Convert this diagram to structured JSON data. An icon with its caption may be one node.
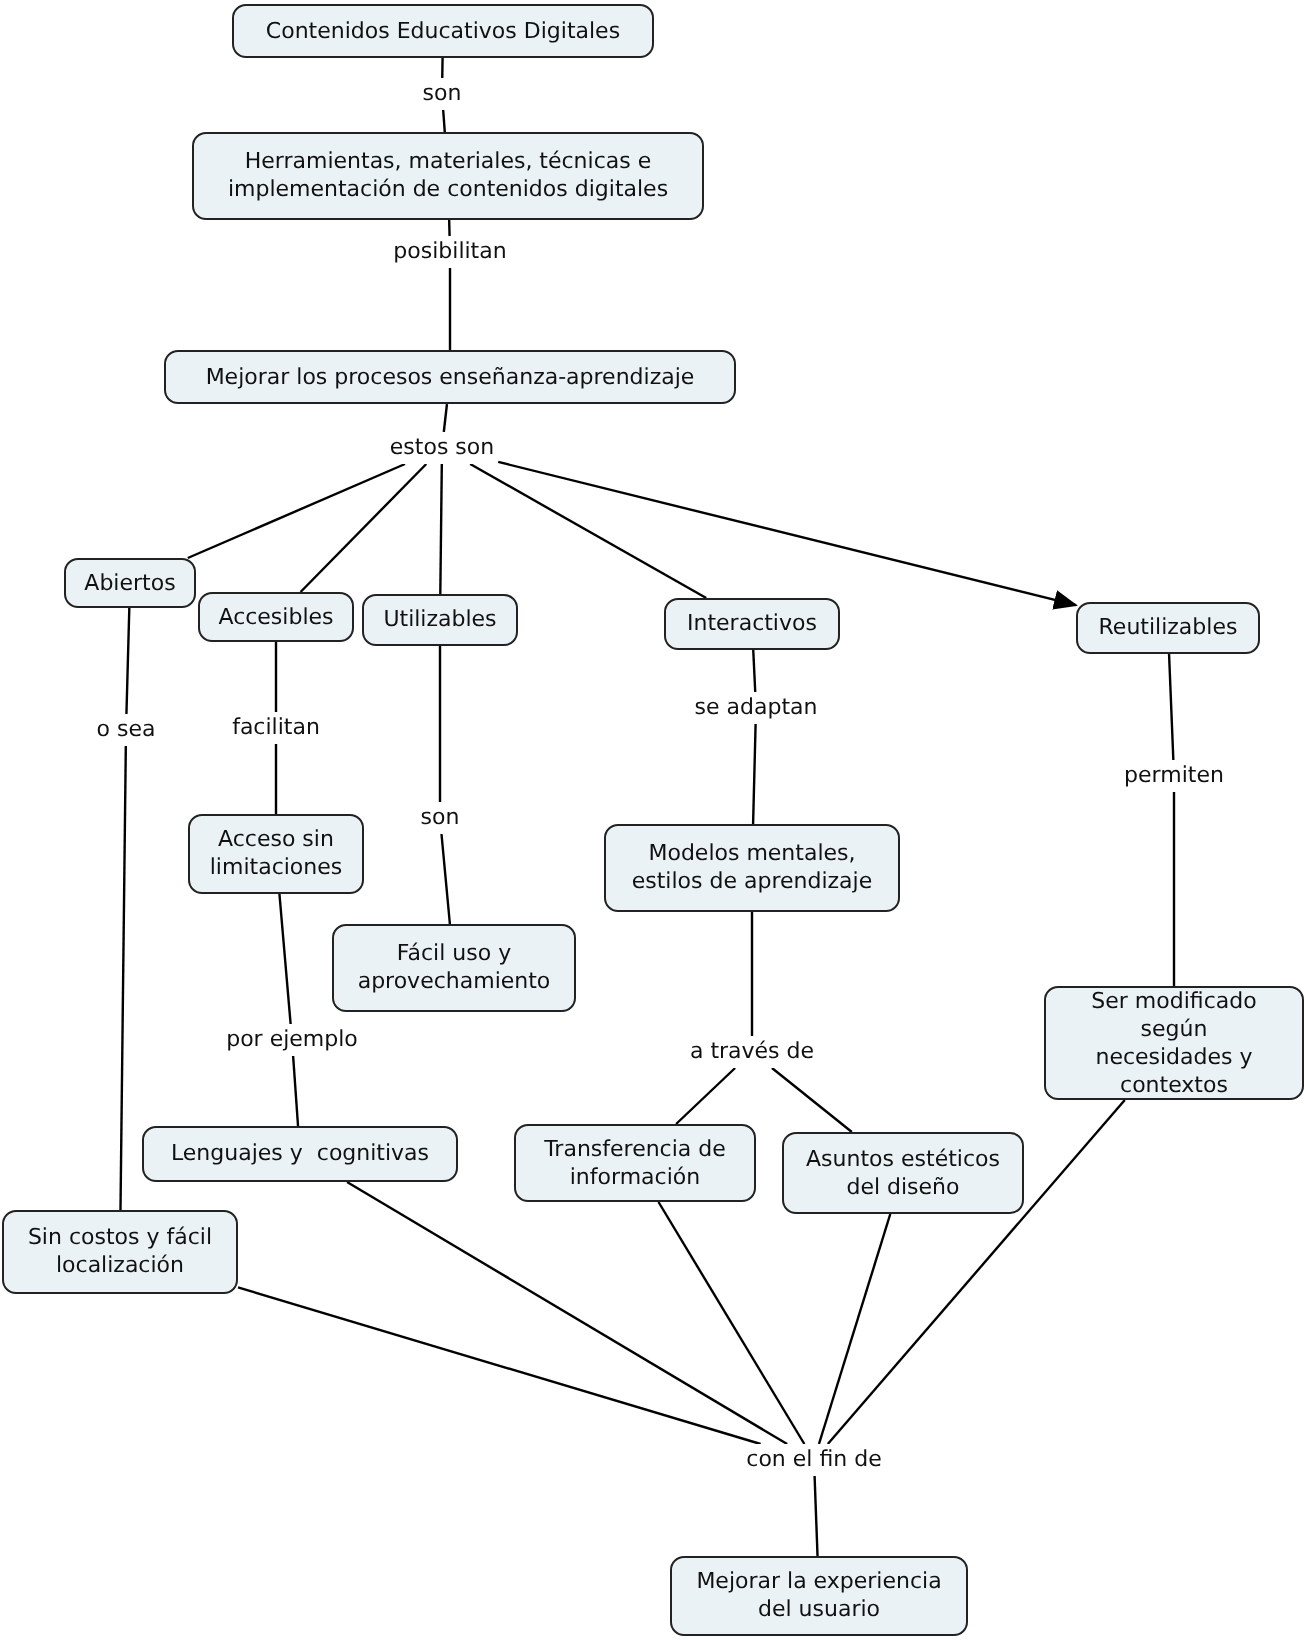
{
  "diagram": {
    "nodes": [
      {
        "text": [
          "Contenidos Educativos Digitales"
        ]
      },
      {
        "text": [
          "son"
        ]
      },
      {
        "text": [
          "Herramientas, materiales, técnicas e implementación de contenidos digitales"
        ]
      },
      {
        "text": [
          "posibilitan"
        ]
      },
      {
        "text": [
          "Mejorar los procesos enseñanza-aprendizaje"
        ]
      },
      {
        "text": [
          "estos son"
        ]
      },
      {
        "text": [
          "Abiertos"
        ]
      },
      {
        "text": [
          "Accesibles"
        ]
      },
      {
        "text": [
          "Utilizables"
        ]
      },
      {
        "text": [
          "Interactivos"
        ]
      },
      {
        "text": [
          "Reutilizables"
        ]
      },
      {
        "text": [
          "o sea"
        ]
      },
      {
        "text": [
          "facilitan"
        ]
      },
      {
        "text": [
          "se adaptan"
        ]
      },
      {
        "text": [
          "permiten"
        ]
      },
      {
        "text": [
          "Acceso sin limitaciones"
        ]
      },
      {
        "text": [
          "son"
        ]
      },
      {
        "text": [
          "Modelos mentales, estilos de aprendizaje"
        ]
      },
      {
        "text": [
          "Fácil uso y aprovechamiento"
        ]
      },
      {
        "text": [
          "Ser modificado según necesidades y contextos"
        ]
      },
      {
        "text": [
          "por ejemplo"
        ]
      },
      {
        "text": [
          "a través de"
        ]
      },
      {
        "text": [
          "Lenguajes y  cognitivas"
        ]
      },
      {
        "text": [
          "Transferencia de información"
        ]
      },
      {
        "text": [
          "Asuntos estéticos del diseño"
        ]
      },
      {
        "text": [
          "Sin costos y fácil localización"
        ]
      },
      {
        "text": [
          "con el fin de"
        ]
      },
      {
        "text": [
          "Mejorar la experiencia del usuario"
        ]
      }
    ],
    "edges": [
      {
        "from": 0,
        "to": 1,
        "arrow": "none"
      },
      {
        "from": 1,
        "to": 2,
        "arrow": "none"
      },
      {
        "from": 2,
        "to": 3,
        "arrow": "none"
      },
      {
        "from": 3,
        "to": 4,
        "arrow": "none"
      },
      {
        "from": 4,
        "to": 5,
        "arrow": "none"
      },
      {
        "from": 5,
        "to": 6,
        "arrow": "none"
      },
      {
        "from": 5,
        "to": 7,
        "arrow": "none"
      },
      {
        "from": 5,
        "to": 8,
        "arrow": "none"
      },
      {
        "from": 5,
        "to": 9,
        "arrow": "none"
      },
      {
        "from": 5,
        "to": 10,
        "arrow": "to"
      },
      {
        "from": 6,
        "to": 11,
        "arrow": "none"
      },
      {
        "from": 11,
        "to": 25,
        "arrow": "none"
      },
      {
        "from": 7,
        "to": 12,
        "arrow": "none"
      },
      {
        "from": 12,
        "to": 15,
        "arrow": "none"
      },
      {
        "from": 15,
        "to": 20,
        "arrow": "none"
      },
      {
        "from": 20,
        "to": 22,
        "arrow": "none"
      },
      {
        "from": 8,
        "to": 16,
        "arrow": "none"
      },
      {
        "from": 16,
        "to": 18,
        "arrow": "none"
      },
      {
        "from": 9,
        "to": 13,
        "arrow": "none"
      },
      {
        "from": 13,
        "to": 17,
        "arrow": "none"
      },
      {
        "from": 17,
        "to": 21,
        "arrow": "none"
      },
      {
        "from": 21,
        "to": 23,
        "arrow": "none"
      },
      {
        "from": 21,
        "to": 24,
        "arrow": "none"
      },
      {
        "from": 10,
        "to": 14,
        "arrow": "none"
      },
      {
        "from": 14,
        "to": 19,
        "arrow": "none"
      },
      {
        "from": 25,
        "to": 26,
        "arrow": "none"
      },
      {
        "from": 22,
        "to": 26,
        "arrow": "none"
      },
      {
        "from": 23,
        "to": 26,
        "arrow": "none"
      },
      {
        "from": 24,
        "to": 26,
        "arrow": "none"
      },
      {
        "from": 19,
        "to": 26,
        "arrow": "none"
      },
      {
        "from": 26,
        "to": 27,
        "arrow": "none"
      }
    ]
  }
}
